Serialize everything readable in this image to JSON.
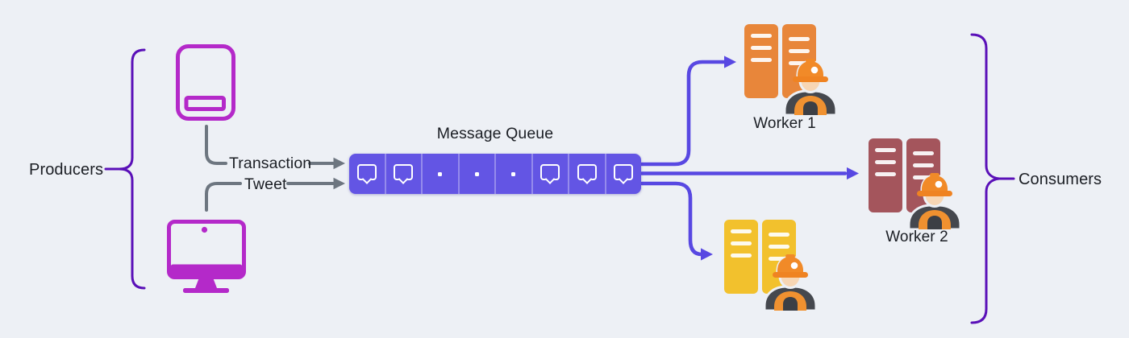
{
  "diagram": {
    "producers": {
      "label": "Producers",
      "device_icons": [
        "tablet-icon",
        "desktop-computer-icon"
      ]
    },
    "inputs": {
      "transaction_label": "Transaction",
      "tweet_label": "Tweet"
    },
    "queue": {
      "title": "Message Queue",
      "cells": [
        "message",
        "message",
        "dot",
        "dot",
        "dot",
        "message",
        "message",
        "message"
      ],
      "cell_icon": "chat-bubble-icon"
    },
    "consumers": {
      "label": "Consumers",
      "workers": [
        {
          "label": "Worker 1",
          "icon": "server-worker-icon"
        },
        {
          "label": "Worker 2",
          "icon": "server-worker-icon"
        },
        {
          "label": "",
          "icon": "server-worker-icon"
        }
      ]
    }
  },
  "colors": {
    "background": "#edf0f5",
    "device_magenta": "#b429c9",
    "queue_fill": "#6355e4",
    "queue_divider": "rgba(255,255,255,0.32)",
    "arrow_purple": "#5848e2",
    "brace_purple": "#5a10b8",
    "connector_gray": "#6d7680",
    "text": "#1b1e24",
    "worker1_rack": "#e8863a",
    "worker2_rack": "#a4555c",
    "worker3_rack": "#f2c12d",
    "rack_line": "#ffffff",
    "hat_orange": "#f18a28",
    "face_tan": "#f7d6b4",
    "body_gray": "#45484e",
    "vest_orange": "#f09130"
  }
}
